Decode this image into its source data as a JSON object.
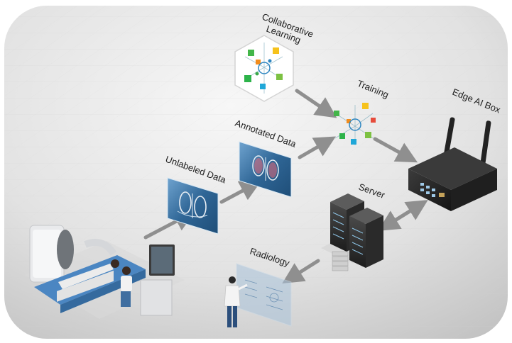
{
  "labels": {
    "collaborative_line1": "Collaborative",
    "collaborative_line2": "Learning",
    "training": "Training",
    "edge_ai_box": "Edge AI Box",
    "annotated_data": "Annotated Data",
    "unlabeled_data": "Unlabeled Data",
    "server": "Server",
    "radiology": "Radiology"
  },
  "colors": {
    "background_light": "#f4f4f4",
    "background_dark": "#c9c9c9",
    "arrow": "#8f8f8f",
    "xray_panel": "#3d77a8",
    "machine_blue": "#4a7fb0",
    "edge_box": "#2b2b2b"
  },
  "icons": [
    "collaborative-network-icon",
    "training-network-icon",
    "edge-ai-box-icon",
    "xray-annotated-icon",
    "xray-unlabeled-icon",
    "server-rack-icon",
    "radiology-doctor-icon",
    "medical-scanner-icon"
  ]
}
